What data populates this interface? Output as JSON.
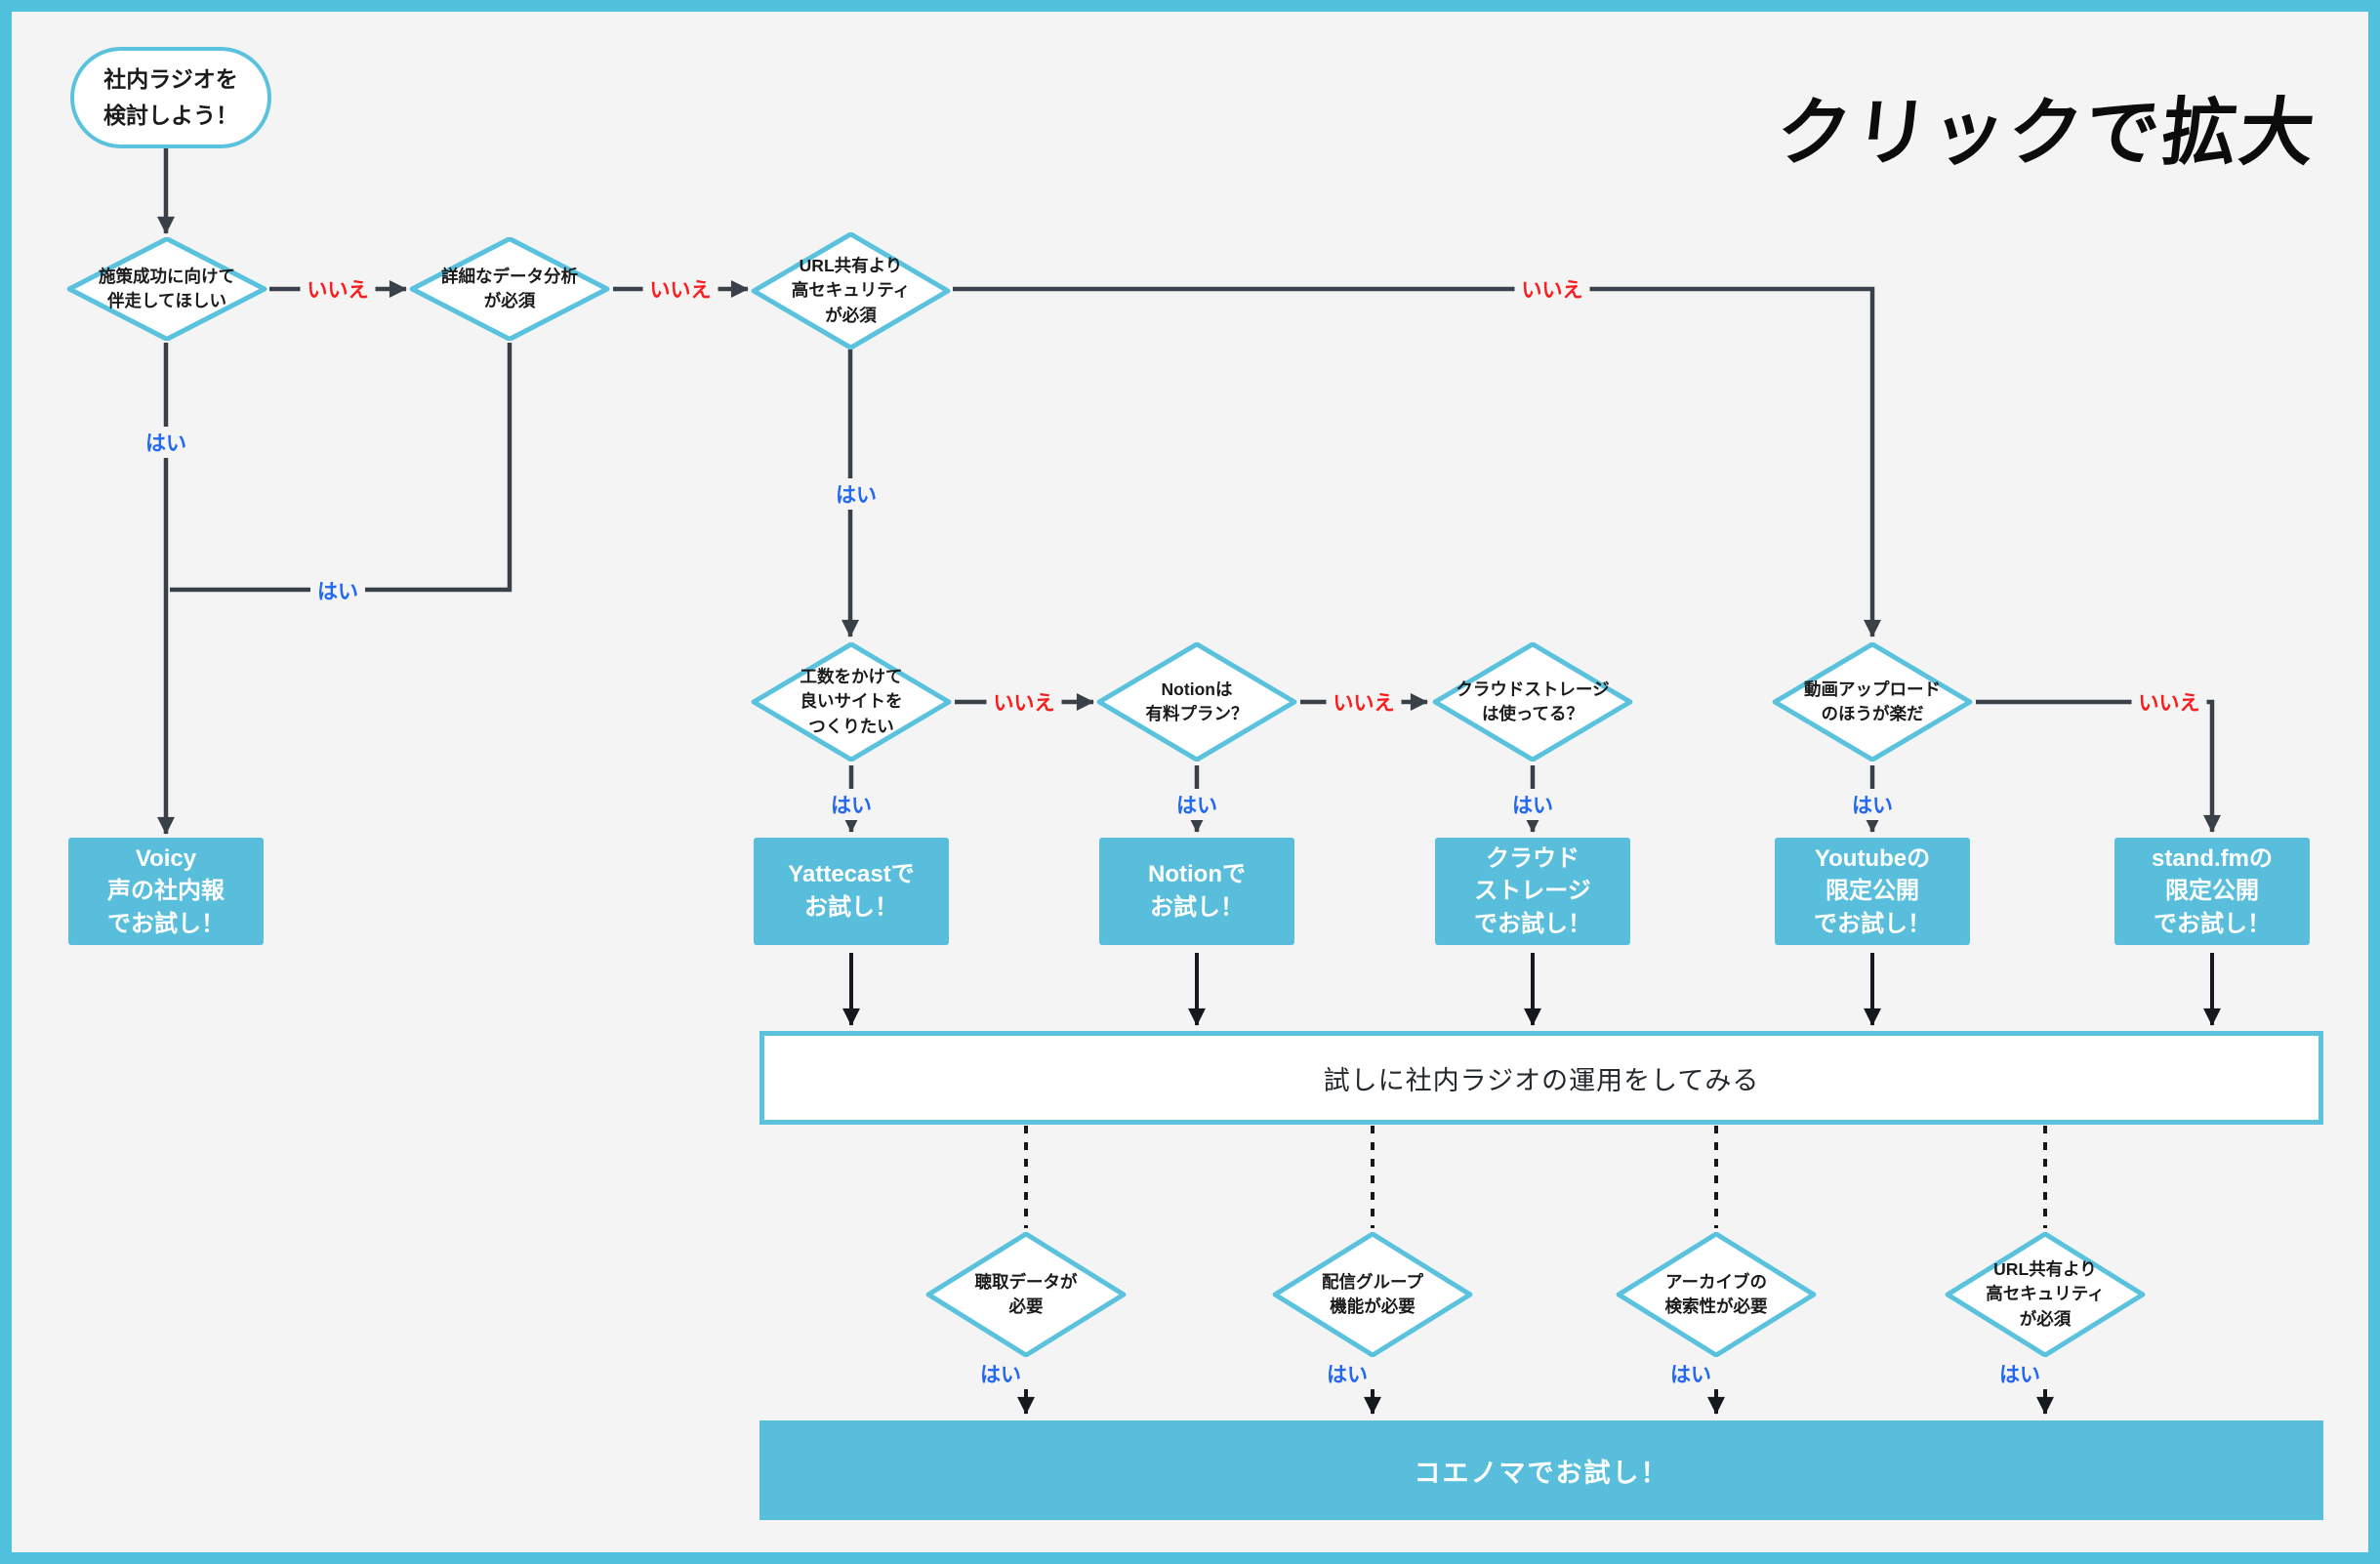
{
  "title": "クリックで拡大",
  "labels": {
    "yes": "はい",
    "no": "いいえ"
  },
  "colors": {
    "frame": "#4fc1dd",
    "background": "#f4f4f4",
    "node_border": "#5bc2de",
    "result_fill": "#58bedc",
    "connector": "#3a4048",
    "yes_label": "#2268f0",
    "no_label": "#fb1d1d"
  },
  "nodes": {
    "start": "社内ラジオを\n検討しよう！",
    "d_support": "施策成功に向けて\n伴走してほしい",
    "d_analysis": "詳細なデータ分析\nが必須",
    "d_security": "URL共有より\n高セキュリティ\nが必須",
    "d_site": "工数をかけて\n良いサイトを\nつくりたい",
    "d_notion": "Notionは\n有料プラン？",
    "d_cloud": "クラウドストレージ\nは使ってる？",
    "d_video": "動画アップロード\nのほうが楽だ",
    "r_voicy": "Voicy\n声の社内報\nでお試し！",
    "r_yattecast": "Yattecastで\nお試し！",
    "r_notion": "Notionで\nお試し！",
    "r_cloud": "クラウド\nストレージ\nでお試し！",
    "r_youtube": "Youtubeの\n限定公開\nでお試し！",
    "r_standfm": "stand.fmの\n限定公開\nでお試し！",
    "try_box": "試しに社内ラジオの運用をしてみる",
    "d_listen": "聴取データが\n必要",
    "d_group": "配信グループ\n機能が必要",
    "d_archive": "アーカイブの\n検索性が必要",
    "d_security2": "URL共有より\n高セキュリティ\nが必須",
    "koenoma": "コエノマでお試し！"
  }
}
